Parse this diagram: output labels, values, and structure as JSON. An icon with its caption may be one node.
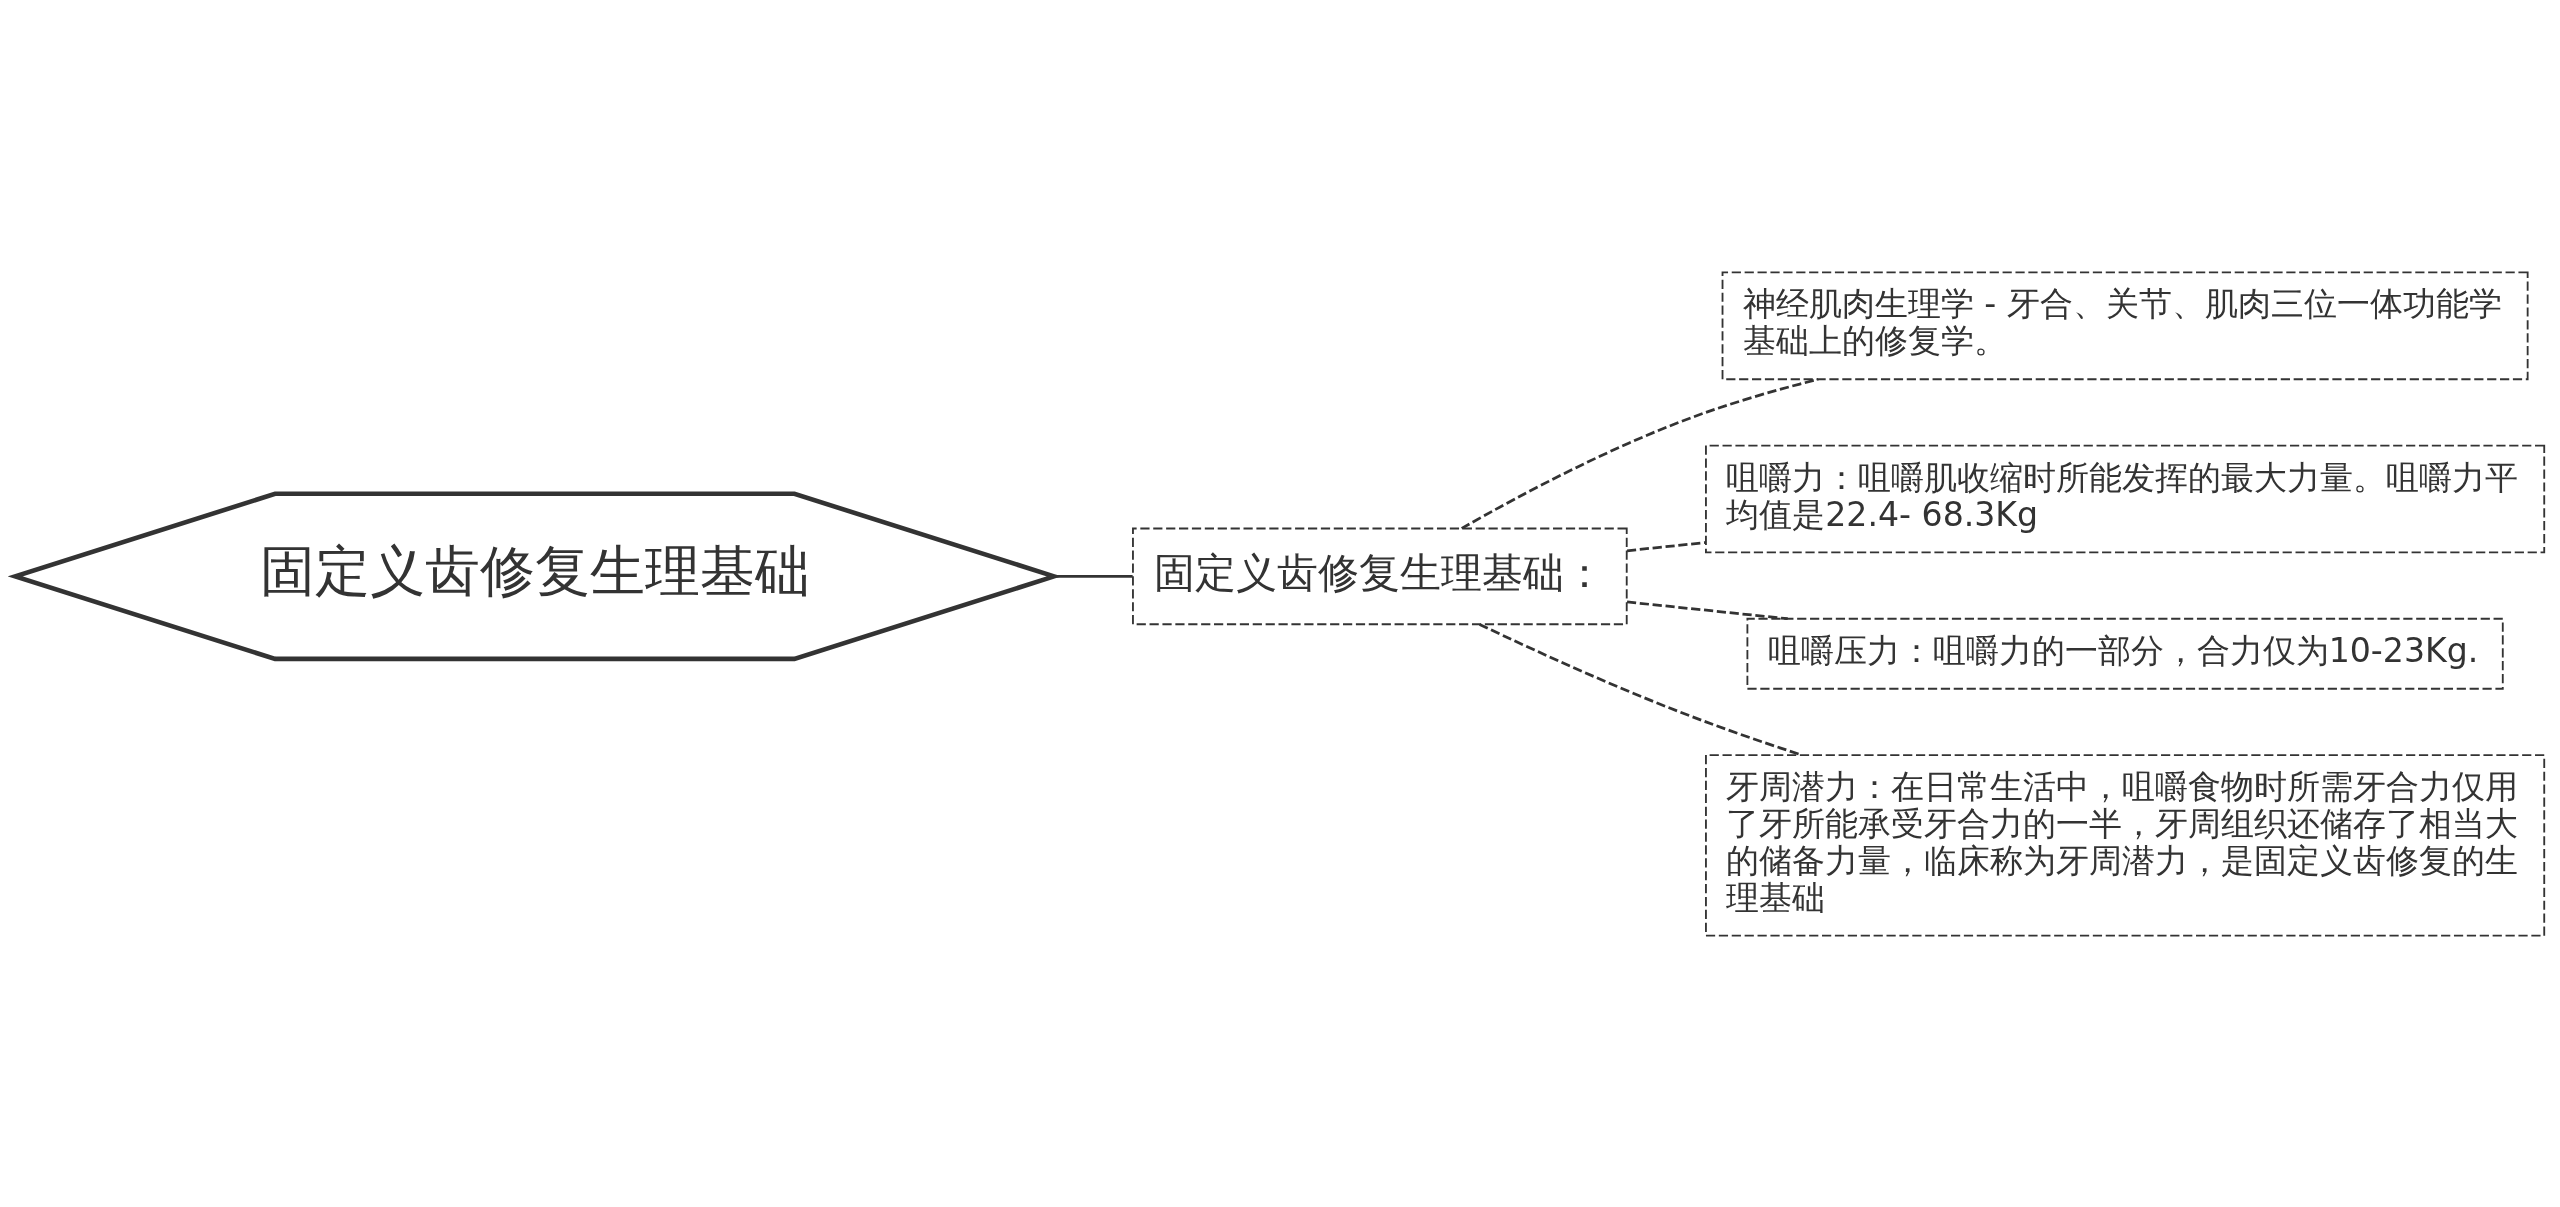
{
  "diagram": {
    "nodes": [
      {
        "text": [
          "固定义齿修复生理基础"
        ]
      },
      {
        "text": [
          "固定义齿修复生理基础："
        ]
      },
      {
        "text": [
          "神经肌肉生理学 - 牙合、关节、肌肉三位一体功能学基础上的修复学。"
        ]
      },
      {
        "text": [
          "咀嚼力：咀嚼肌收缩时所能发挥的最大力量。咀嚼力平均值是22.4- 68.3Kg"
        ]
      },
      {
        "text": [
          "咀嚼压力：咀嚼力的一部分，合力仅为10-23Kg."
        ]
      },
      {
        "text": [
          "牙周潜力：在日常生活中，咀嚼食物时所需牙合力仅用了牙所能承受牙合力的一半，牙周组织还储存了相当大的储备力量，临床称为牙周潜力，是固定义齿修复的生理基础"
        ]
      }
    ],
    "edges": [
      {
        "from": 0,
        "to": 1,
        "arrow": "none"
      },
      {
        "from": 1,
        "to": 2,
        "arrow": "none",
        "style": "dashed"
      },
      {
        "from": 1,
        "to": 3,
        "arrow": "none",
        "style": "dashed"
      },
      {
        "from": 1,
        "to": 4,
        "arrow": "none",
        "style": "dashed"
      },
      {
        "from": 1,
        "to": 5,
        "arrow": "none",
        "style": "dashed"
      }
    ]
  }
}
